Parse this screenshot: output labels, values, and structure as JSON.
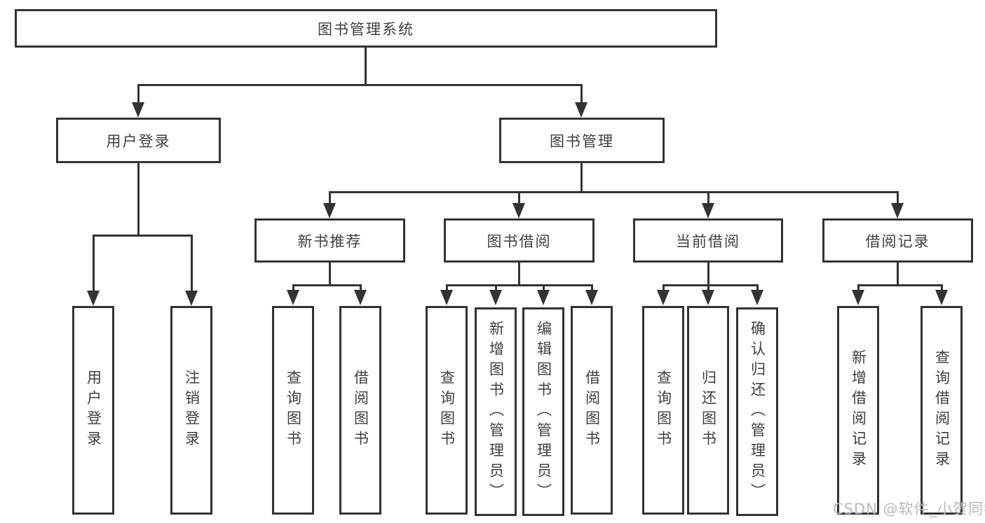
{
  "diagram": {
    "root": {
      "label": "图书管理系统"
    },
    "level2": [
      {
        "label": "用户登录"
      },
      {
        "label": "图书管理"
      }
    ],
    "level3": [
      {
        "label": "新书推荐"
      },
      {
        "label": "图书借阅"
      },
      {
        "label": "当前借阅"
      },
      {
        "label": "借阅记录"
      }
    ],
    "leaves": {
      "login": [
        "用户登录",
        "注销登录"
      ],
      "recommend": [
        "查询图书",
        "借阅图书"
      ],
      "borrow": [
        "查询图书",
        "新增图书（管理员）",
        "编辑图书（管理员）",
        "借阅图书"
      ],
      "current": [
        "查询图书",
        "归还图书",
        "确认归还（管理员）"
      ],
      "records": [
        "新增借阅记录",
        "查询借阅记录"
      ]
    }
  },
  "watermark": {
    "text": "CSDN @软件_小贺同学"
  },
  "colors": {
    "line": "#333333",
    "text": "#3f3f3f",
    "watermark": "#b7bac1",
    "background": "#ffffff"
  }
}
